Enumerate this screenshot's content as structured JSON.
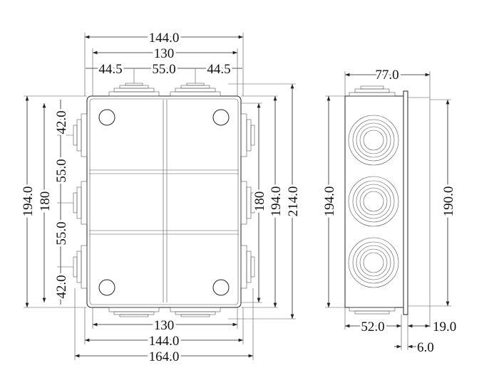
{
  "front_view": {
    "top_dims": {
      "overall": "144.0",
      "inner": "130",
      "left": "44.5",
      "middle": "55.0",
      "right": "44.5"
    },
    "left_dims": {
      "overall": "194.0",
      "inner": "180",
      "seg1": "42.0",
      "seg2": "55.0",
      "seg3": "55.0",
      "seg4": "42.0"
    },
    "right_dims": {
      "inner": "180",
      "body": "194.0",
      "overall": "214.0"
    },
    "bottom_dims": {
      "inner": "130",
      "body": "144.0",
      "overall": "164.0"
    }
  },
  "side_view": {
    "width": "77.0",
    "height": "194.0",
    "inner_height": "190.0",
    "base_depth": "52.0",
    "lid_depth": "19.0",
    "flange": "6.0"
  }
}
